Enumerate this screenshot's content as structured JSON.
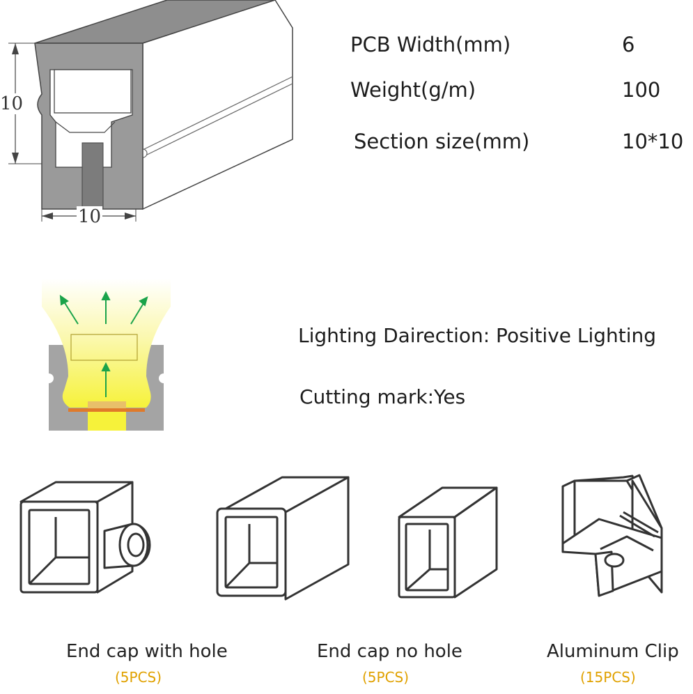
{
  "profile_diagram": {
    "height_dim": "10",
    "width_dim": "10"
  },
  "specs": [
    {
      "label": "PCB Width(mm)",
      "value": "6"
    },
    {
      "label": "Weight(g/m)",
      "value": "100"
    },
    {
      "label": "Section size(mm)",
      "value": "10*10"
    }
  ],
  "lighting": {
    "direction": "Lighting Dairection: Positive Lighting",
    "cutting": "Cutting mark:Yes"
  },
  "accessories": [
    {
      "name": "End cap with hole",
      "qty": "(5PCS)"
    },
    {
      "name": "End cap no hole",
      "qty": "(5PCS)"
    },
    {
      "name": "Aluminum Clip",
      "qty": "(15PCS)"
    }
  ],
  "colors": {
    "profile_fill": "#9c9c9c",
    "light_yellow": "#f6f23a",
    "arrow_green": "#1aa34a",
    "qty_orange": "#e0a100"
  }
}
